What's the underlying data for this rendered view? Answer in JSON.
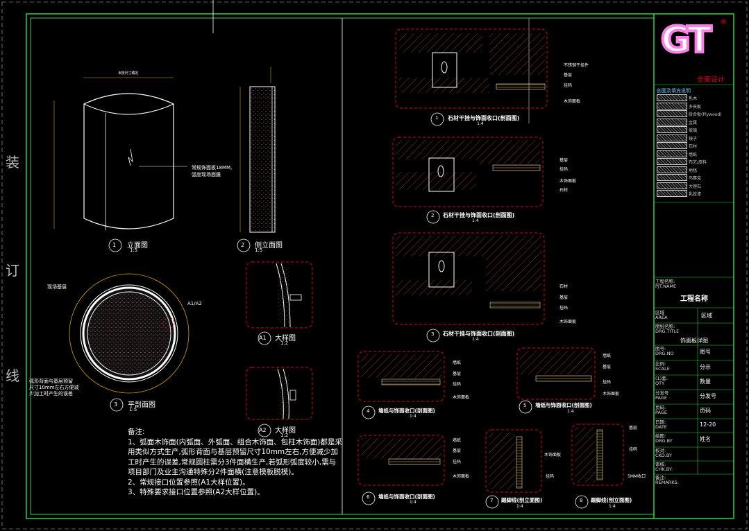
{
  "side_labels": [
    "装",
    "订",
    "线"
  ],
  "drawing": {
    "cylinder": {
      "title": "立面图",
      "num": "1",
      "scale": "1:5",
      "label": "常规饰面板18MM,\n弧度现场面膜"
    },
    "side_elev": {
      "title": "侧立面图",
      "num": "2",
      "scale": "1:5"
    },
    "plan": {
      "title": "平剖面图",
      "num": "3",
      "scale": "1:5",
      "label_top": "现场基层",
      "label_bottom": "弧形背面与基层预留\n尺寸10mm左右方便减\n少加工时产生的误差",
      "callout": "A1/A2"
    },
    "detail_a1": {
      "title": "大样图",
      "num": "A1",
      "scale": "1:2"
    },
    "detail_a2": {
      "title": "大样图",
      "num": "A2",
      "scale": "1:2"
    }
  },
  "sections": [
    {
      "num": "1",
      "title": "石材干挂与饰面收口(剖面图)",
      "scale": "1:4",
      "labels": [
        "不锈钢干挂件",
        "基层",
        "挂码",
        "木饰面板"
      ]
    },
    {
      "num": "2",
      "title": "石材干挂与饰面收口(剖面图)",
      "scale": "1:4",
      "labels": [
        "基层",
        "挂码",
        "木饰面板",
        "石材"
      ]
    },
    {
      "num": "3",
      "title": "石材干挂与饰面收口(剖面图)",
      "scale": "1:4",
      "labels": [
        "石材",
        "基层",
        "挂码",
        "木饰面板"
      ]
    },
    {
      "num": "4",
      "title": "墙纸与饰面收口(剖面图)",
      "scale": "1:4",
      "labels": [
        "墙纸",
        "基层",
        "挂码",
        "木饰面板"
      ]
    },
    {
      "num": "5",
      "title": "墙纸与饰面收口(剖面图)",
      "scale": "1:4",
      "labels": [
        "墙纸",
        "基层",
        "挂码",
        "木饰面板"
      ]
    },
    {
      "num": "6",
      "title": "墙纸与饰面收口(剖面图)",
      "scale": "1:4",
      "labels": [
        "墙纸",
        "基层",
        "挂码",
        "木饰面板"
      ]
    },
    {
      "num": "7",
      "title": "踢脚线(剖立面图)",
      "scale": "1:4",
      "labels": [
        "木饰面板",
        "挂码"
      ]
    },
    {
      "num": "8",
      "title": "踢脚线(剖立面图)",
      "scale": "1:4",
      "labels": [
        "基层",
        "挂码",
        "5MM收口"
      ]
    }
  ],
  "notes": {
    "heading": "备注:",
    "items": [
      "1、弧面木饰面(内弧面、外弧面、组合木饰面、包柱木饰面)都是采用类似方式生产,弧形背面与基层预留尺寸10mm左右,方便减少加工时产生的误差,常规圆柱需分3件面横生产,若弧形弧度较小,需与项目部门及业主沟通特殊分2件面横(注意模板脱模)。",
      "2、常规接口位置参照(A1大样位置)。",
      "3、特殊要求接口位置参照(A2大样位置)。"
    ]
  },
  "title_block": {
    "logo": "GT",
    "registered": "®",
    "company": "全案设计",
    "legend_title": "剖面及填充说明",
    "legend_items": [
      "乳木",
      "多夹板",
      "胶合板(Plywood)",
      "金属",
      "玻璃",
      "镜子",
      "石材",
      "墙纸",
      "布艺/皮料",
      "地毯",
      "马赛克",
      "大理石",
      "乳胶漆"
    ],
    "project_label": "工程名称:\nPJT.NAME",
    "project_value": "工程名称",
    "area_label": "区域\nAREA",
    "area_value": "区域",
    "drawing_label": "图纸名称:\nDRG.TITLE",
    "drawing_value": "饰面板详图",
    "rows": [
      {
        "label": "图号:\nDRG.NO",
        "value": "图号"
      },
      {
        "label": "比例:\nSCALE",
        "value": "分示"
      },
      {
        "label": "(1)套:\nQTY",
        "value": "数量"
      },
      {
        "label": "分发号\nPAGE",
        "value": "分发号"
      },
      {
        "label": "页码:\nPAGE",
        "value": "页码"
      },
      {
        "label": "日期:\nDATE",
        "value": "12-20"
      },
      {
        "label": "绘图:\nDRG.BY",
        "value": "姓名"
      },
      {
        "label": "校对:\nCKD.BY",
        "value": ""
      },
      {
        "label": "审核:\nCHK.BY:",
        "value": ""
      },
      {
        "label": "备注:\nREMARKS:",
        "value": ""
      }
    ]
  },
  "colors": {
    "frame": "#2bd24b",
    "detail": "#e0001a",
    "dim": "#d9a300",
    "hatch": "#a93a2a",
    "label": "#ffffff",
    "accent": "#ff7eea"
  }
}
